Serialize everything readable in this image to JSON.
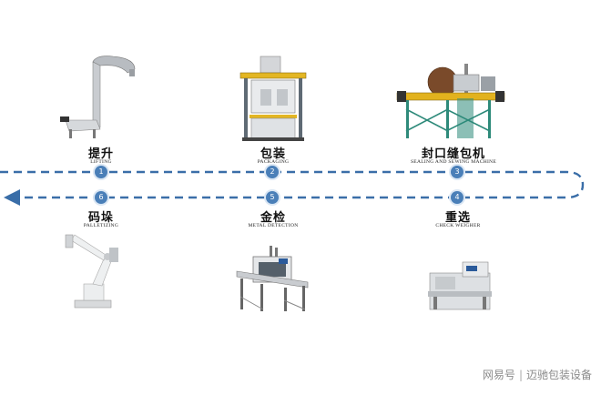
{
  "steps": [
    {
      "num": "1",
      "cn": "提升",
      "en": "LIFTING",
      "icon": "bucket-elevator"
    },
    {
      "num": "2",
      "cn": "包装",
      "en": "PACKAGING",
      "icon": "packaging-machine"
    },
    {
      "num": "3",
      "cn": "封口缝包机",
      "en": "SEALING AND SEWING MACHINE",
      "icon": "sewing-conveyor"
    },
    {
      "num": "4",
      "cn": "重选",
      "en": "CHECK WEIGHER",
      "icon": "check-weigher"
    },
    {
      "num": "5",
      "cn": "金检",
      "en": "METAL DETECTION",
      "icon": "metal-detector"
    },
    {
      "num": "6",
      "cn": "码垛",
      "en": "PALLETIZING",
      "icon": "robot-arm"
    }
  ],
  "flow_color": "#3a6ea8",
  "watermark": {
    "source": "网易号",
    "separator": "|",
    "brand": "迈驰包装设备"
  }
}
